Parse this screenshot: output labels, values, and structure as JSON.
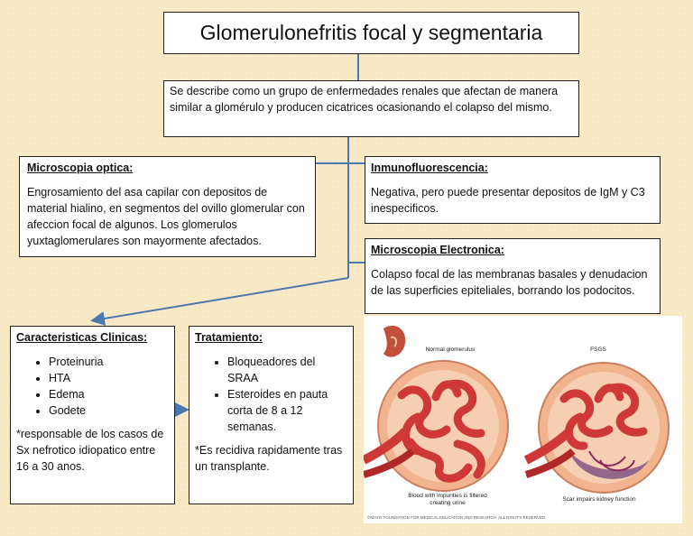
{
  "title": "Glomerulonefritis focal y segmentaria",
  "intro": "Se describe como un grupo de enfermedades renales que afectan de manera similar a glomérulo  y producen cicatrices ocasionando el colapso del mismo.",
  "microscopia_optica": {
    "heading": "Microscopia optica:",
    "text": "Engrosamiento del asa capilar con depositos de material hialino, en segmentos del ovillo glomerular con afeccion focal de algunos. Los glomerulos yuxtaglomerulares son mayormente afectados."
  },
  "inmunofluorescencia": {
    "heading": "Inmunofluorescencia:",
    "text": "Negativa, pero puede presentar depositos de IgM y C3 inespecificos."
  },
  "microscopia_electronica": {
    "heading": "Microscopia Electronica:",
    "text": "Colapso focal de las membranas basales y denudacion de las superficies epiteliales, borrando los podocitos."
  },
  "caracteristicas": {
    "heading": "Caracteristicas Clinicas:",
    "items": [
      "Proteinuria",
      "HTA",
      "Edema",
      "Godete"
    ],
    "note": "*responsable de los casos de Sx nefrotico idiopatico entre 16 a 30 anos."
  },
  "tratamiento": {
    "heading": "Tratamiento:",
    "items": [
      "Bloqueadores del SRAA",
      "Esteroides en pauta corta de 8 a 12 semanas."
    ],
    "note": "*Es recidiva rapidamente tras un transplante."
  },
  "illustration": {
    "label_normal": "Normal glomerulus",
    "label_fsgs": "FSGS",
    "label_blood": "Blood with impurities is filtered creating urine",
    "label_scar": "Scar impairs kidney function",
    "copyright": "©MAYO FOUNDATION FOR MEDICAL EDUCATION AND RESEARCH. ALL RIGHTS RESERVED."
  },
  "colors": {
    "connector": "#4a78b0",
    "vessel": "#d84040",
    "capsule": "#e8a07a"
  }
}
